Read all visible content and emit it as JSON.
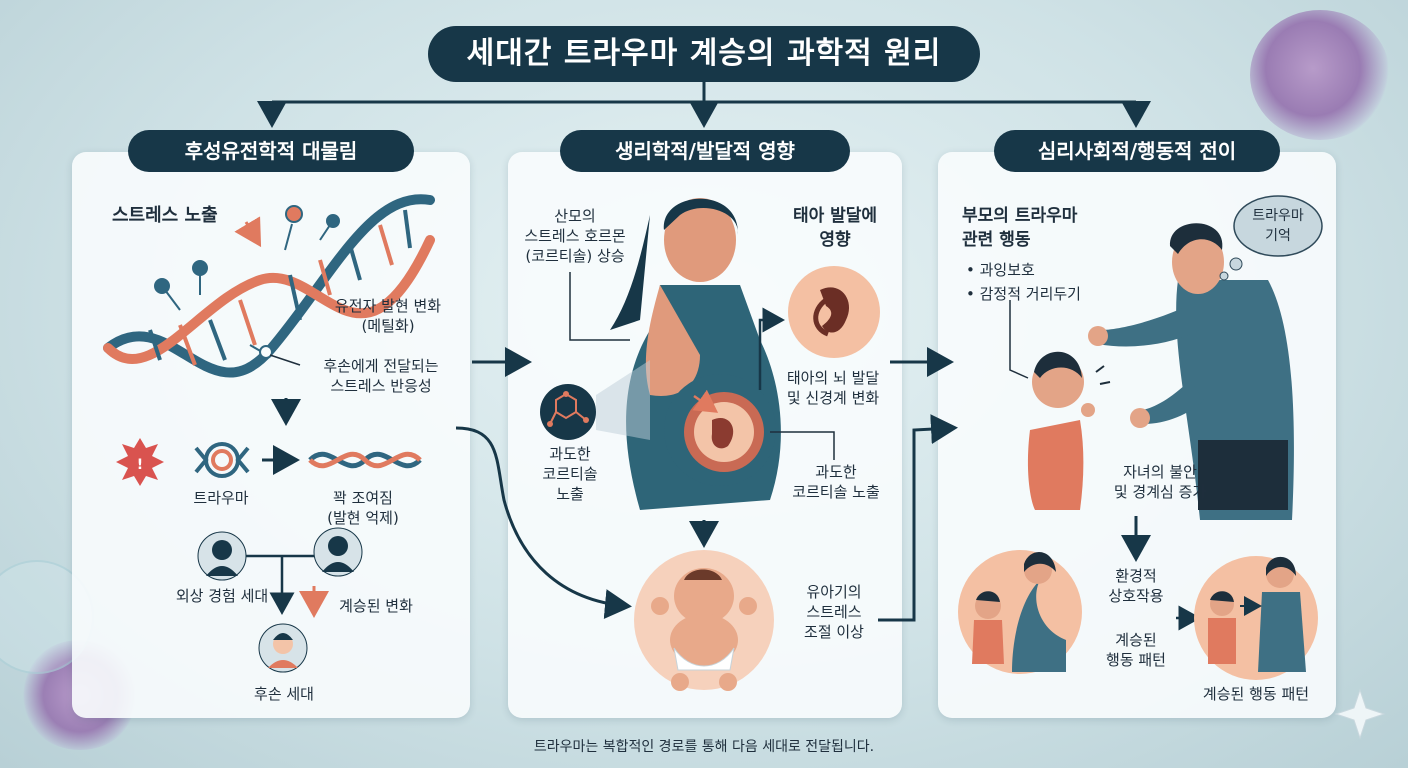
{
  "title": "세대간 트라우마 계승의 과학적 원리",
  "panels": [
    {
      "header": "후성유전학적 대물림",
      "stress_exposure": "스트레스 노출",
      "gene_expression": "유전자 발현 변화\n(메틸화)",
      "transmitted_reactivity": "후손에게 전달되는\n스트레스 반응성",
      "trauma": "트라우마",
      "tightly_wound": "꽉 조여짐\n(발현 억제)",
      "trauma_generation": "외상 경험 세대",
      "inherited_change": "계승된 변화",
      "descendant_generation": "후손 세대"
    },
    {
      "header": "생리학적/발달적 영향",
      "maternal_hormone": "산모의\n스트레스 호르몬\n(코르티솔) 상승",
      "fetal_development": "태아 발달에\n영향",
      "excess_cortisol_left": "과도한\n코르티솔\n노출",
      "brain_development": "태아의 뇌 발달\n및 신경계 변화",
      "excess_cortisol_right": "과도한\n코르티솔 노출",
      "infant_stress": "유아기의\n스트레스\n조절 이상"
    },
    {
      "header": "심리사회적/행동적 전이",
      "parent_behavior": "부모의 트라우마\n관련 행동",
      "bullet_1": "• 과잉보호",
      "bullet_2": "• 감정적 거리두기",
      "trauma_memory": "트라우마\n기억",
      "child_anxiety": "자녀의 불안\n및 경계심 증가",
      "env_interaction": "환경적\n상호작용",
      "inherited_pattern_mid": "계승된\n행동 패턴",
      "inherited_pattern": "계승된 행동 패턴"
    }
  ],
  "caption": "트라우마는 복합적인 경로를 통해 다음 세대로 전달됩니다.",
  "colors": {
    "navy": "#173748",
    "teal": "#2f6680",
    "orange": "#e07a5f",
    "skin": "#f3c4a8",
    "panel_bg": "#f8fcfd"
  }
}
